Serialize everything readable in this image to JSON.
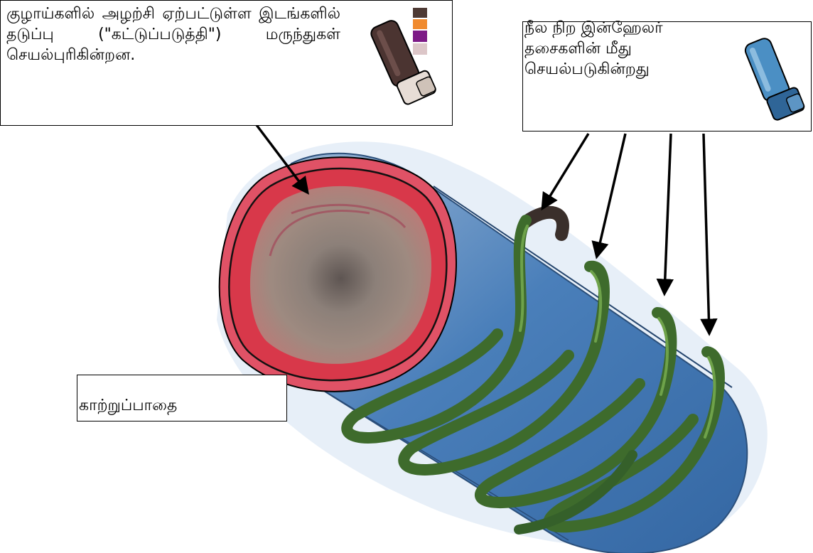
{
  "labels": {
    "top_left": "குழாய்களில் அழற்சி ஏற்பட்டுள்ள இடங்களில் தடுப்பு (\"கட்டுப்படுத்தி\") மருந்துகள் செயல்புரிகின்றன.",
    "top_right": "நீல நிற இன்ஹேலர் தசைகளின் மீது செயல்படுகின்றது",
    "bottom_left": "காற்றுப்பாதை"
  },
  "colors": {
    "airway_blue": "#4f7fb8",
    "lining_red": "#d8384a",
    "lumen_gray": "#6b625c",
    "muscle_green": "#3f6e2a",
    "inhaler_brown": "#4b3431",
    "inhaler_blue": "#4b8fc4"
  },
  "icons": [
    "brown-inhaler-icon",
    "color-swatches-icon",
    "blue-inhaler-icon"
  ]
}
